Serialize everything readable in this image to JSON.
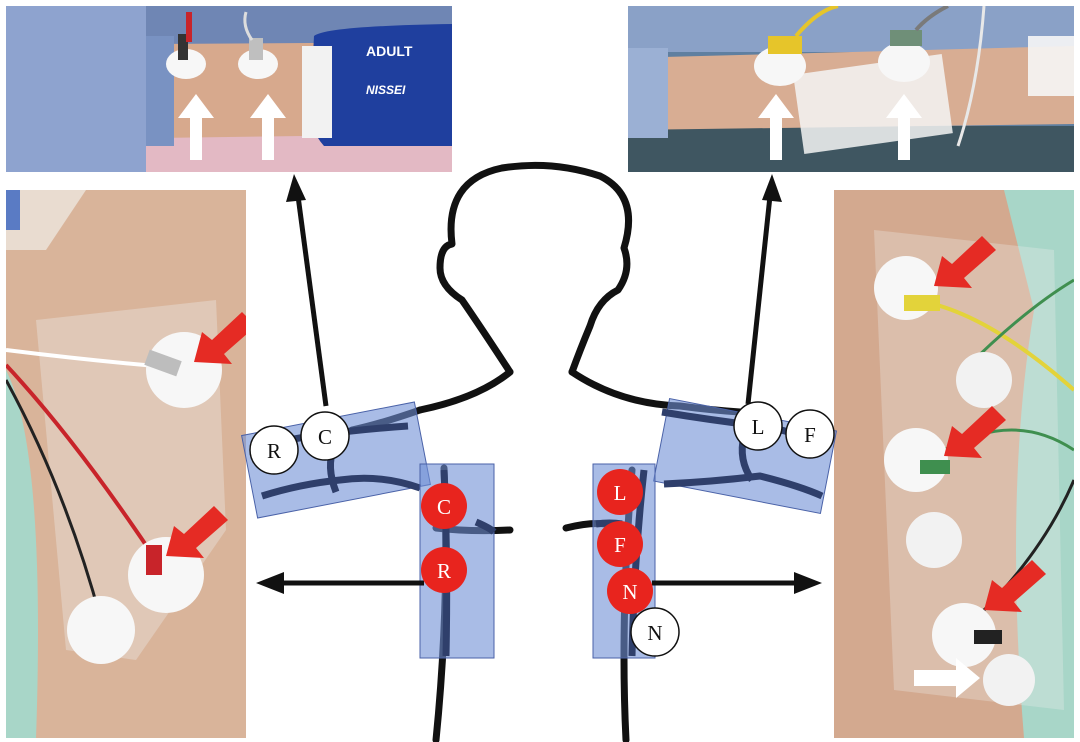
{
  "colors": {
    "electrode_red": "#e8241e",
    "electrode_white": "#ffffff",
    "patch_blue": "#6f8fd6",
    "arrow_black": "#111111",
    "photo_arrow_red": "#e52b24",
    "photo_arrow_white": "#ffffff",
    "skin": "#d9b49a",
    "drape_blue": "#8fa6c9",
    "cuff_blue": "#1f3f9e"
  },
  "photos": {
    "top_left": {
      "cuff_text": "ADULT",
      "cuff_brand": "NISSEI"
    },
    "top_right": {},
    "left": {},
    "right": {}
  },
  "electrodes": {
    "back_right_R": "R",
    "back_right_C": "C",
    "front_right_C": "C",
    "front_right_R": "R",
    "front_left_L": "L",
    "front_left_F": "F",
    "front_left_N": "N",
    "back_left_N": "N",
    "back_left_L": "L",
    "back_left_F": "F"
  },
  "icons": {
    "up_arrow": "white-up-arrow-icon",
    "diag_arrow": "red-diagonal-arrow-icon",
    "right_arrow": "white-right-arrow-icon"
  }
}
